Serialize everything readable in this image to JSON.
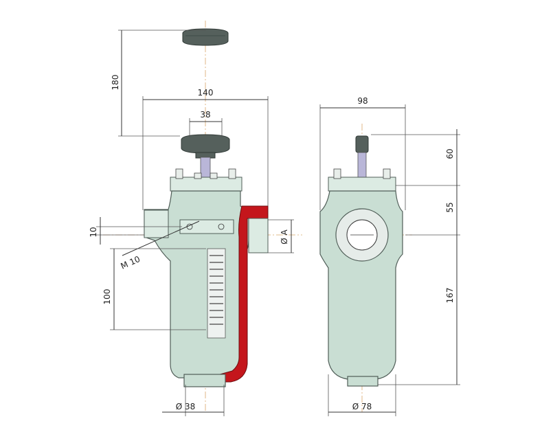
{
  "dimensions": {
    "height_handle": "180",
    "width_front": "140",
    "width_handle": "38",
    "offset": "10",
    "thread": "M 10",
    "height_lower": "100",
    "diameter_outlet": "Ø 38",
    "port": "Ø A",
    "width_side": "98",
    "height_top": "60",
    "height_mid": "55",
    "height_body": "167",
    "diameter_bottom": "Ø 78"
  },
  "colors": {
    "body": "#c9ded3",
    "section_cut": "#c4161c",
    "knob": "#55605c",
    "centerline": "#d9a66a"
  }
}
